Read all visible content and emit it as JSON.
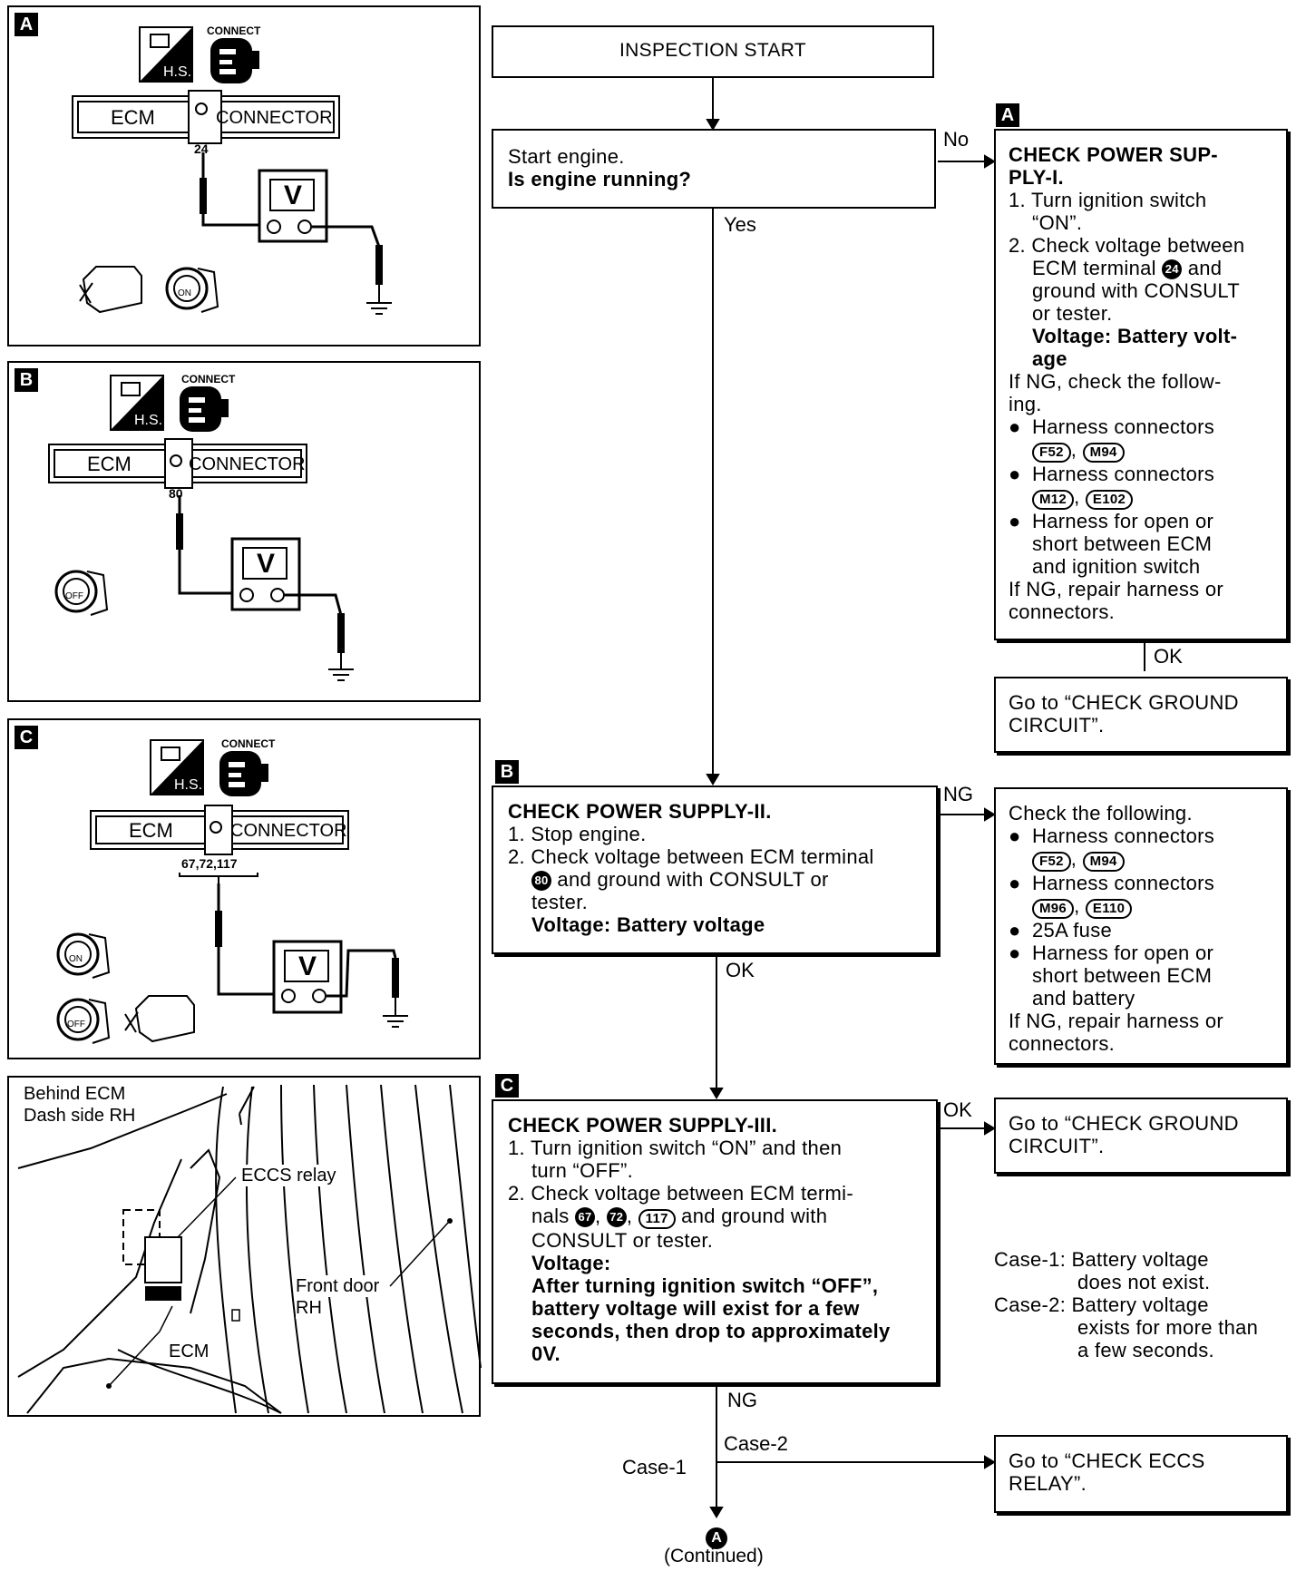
{
  "panels": {
    "a": {
      "tag": "A",
      "connect": "CONNECT",
      "hs": "H.S.",
      "ecm": "ECM",
      "connector": "CONNECTOR",
      "pin": "24",
      "meter": "V",
      "key": "ON"
    },
    "b": {
      "tag": "B",
      "connect": "CONNECT",
      "hs": "H.S.",
      "ecm": "ECM",
      "connector": "CONNECTOR",
      "pin": "80",
      "meter": "V",
      "key": "OFF"
    },
    "c": {
      "tag": "C",
      "connect": "CONNECT",
      "hs": "H.S.",
      "ecm": "ECM",
      "connector": "CONNECTOR",
      "pin": "67,72,117",
      "meter": "V",
      "key_on": "ON",
      "key_off": "OFF"
    },
    "location": {
      "behind_ecm": "Behind ECM",
      "dash_side": "Dash side RH",
      "eccs_relay": "ECCS relay",
      "front_door": "Front door",
      "rh": "RH",
      "ecm": "ECM"
    }
  },
  "flow": {
    "start": "INSPECTION START",
    "q1": {
      "line1": "Start engine.",
      "line2": "Is engine running?"
    },
    "no": "No",
    "yes": "Yes",
    "box_a": {
      "tag": "A",
      "title1": "CHECK POWER SUP-",
      "title2": "PLY-I.",
      "s1a": "1. Turn ignition switch",
      "s1b": "“ON”.",
      "s2a": "2. Check voltage between",
      "s2b1": "ECM terminal",
      "s2b_circ": "24",
      "s2b2": "and",
      "s2c": "ground with CONSULT",
      "s2d": "or tester.",
      "v1": "Voltage: Battery volt-",
      "v2": "age",
      "ng1": "If NG, check the follow-",
      "ng2": "ing.",
      "h1": "Harness connectors",
      "h1p1": "F52",
      "h1p2": "M94",
      "h2": "Harness connectors",
      "h2p1": "M12",
      "h2p2": "E102",
      "h3a": "Harness for open or",
      "h3b": "short between ECM",
      "h3c": "and ignition switch",
      "r1": "If NG, repair harness or",
      "r2": "connectors."
    },
    "ok_a": "OK",
    "ground1": {
      "line1": "Go to “CHECK GROUND",
      "line2": "CIRCUIT”."
    },
    "box_b": {
      "tag": "B",
      "title": "CHECK POWER SUPPLY-II.",
      "s1": "1. Stop engine.",
      "s2a": "2. Check voltage between ECM terminal",
      "s2b_circ": "80",
      "s2b": "and ground with CONSULT or",
      "s2c": "tester.",
      "v": "Voltage: Battery voltage"
    },
    "ng_b": "NG",
    "ok_b": "OK",
    "check_following": {
      "title": "Check the following.",
      "h1": "Harness connectors",
      "h1p1": "F52",
      "h1p2": "M94",
      "h2": "Harness connectors",
      "h2p1": "M96",
      "h2p2": "E110",
      "fuse": "25A fuse",
      "h3a": "Harness for open or",
      "h3b": "short between ECM",
      "h3c": "and battery",
      "r1": "If NG, repair harness or",
      "r2": "connectors."
    },
    "box_c": {
      "tag": "C",
      "title": "CHECK POWER SUPPLY-III.",
      "s1a": "1. Turn ignition switch “ON” and then",
      "s1b": "turn “OFF”.",
      "s2a": "2. Check voltage between ECM termi-",
      "s2b_pre": "nals",
      "s2b_c1": "67",
      "s2b_c2": "72",
      "s2b_p": "117",
      "s2b_post": "and ground with",
      "s2c": "CONSULT or tester.",
      "v0": "Voltage:",
      "v1": "After turning ignition switch “OFF”,",
      "v2": "battery voltage will exist for a few",
      "v3": "seconds, then drop to approximately",
      "v4": "0V."
    },
    "ok_c": "OK",
    "ground2": {
      "line1": "Go to “CHECK GROUND",
      "line2": "CIRCUIT”."
    },
    "cases": {
      "c1a": "Case-1: Battery voltage",
      "c1b": "does not exist.",
      "c2a": "Case-2: Battery voltage",
      "c2b": "exists for more than",
      "c2c": "a few seconds."
    },
    "ng_c": "NG",
    "case1": "Case-1",
    "case2": "Case-2",
    "eccs": {
      "line1": "Go to “CHECK ECCS",
      "line2": "RELAY”."
    },
    "cont_mark": "A",
    "continued": "(Continued)"
  }
}
